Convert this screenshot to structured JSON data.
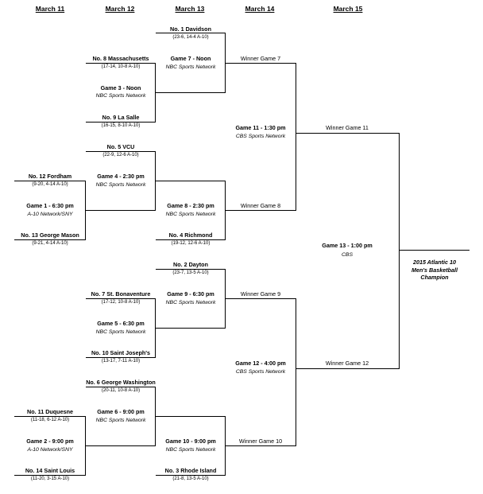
{
  "headers": [
    "March 11",
    "March 12",
    "March 13",
    "March 14",
    "March 15"
  ],
  "teams": {
    "t1": {
      "name": "No. 1 Davidson",
      "record": "(23-6, 14-4 A-10)"
    },
    "t8": {
      "name": "No. 8 Massachusetts",
      "record": "(17-14, 10-8 A-10)"
    },
    "t9": {
      "name": "No. 9 La Salle",
      "record": "(16-15, 8-10 A-10)"
    },
    "t5": {
      "name": "No. 5 VCU",
      "record": "(22-9, 12-6 A-10)"
    },
    "t12": {
      "name": "No. 12 Fordham",
      "record": "(9-20, 4-14 A-10)"
    },
    "t13": {
      "name": "No. 13 George Mason",
      "record": "(9-21, 4-14 A-10)"
    },
    "t4": {
      "name": "No. 4 Richmond",
      "record": "(19-12, 12-6 A-10)"
    },
    "t2": {
      "name": "No. 2 Dayton",
      "record": "(23-7, 13-5 A-10)"
    },
    "t7": {
      "name": "No. 7 St. Bonaventure",
      "record": "(17-12, 10-8 A-10)"
    },
    "t10": {
      "name": "No. 10 Saint Joseph's",
      "record": "(13-17, 7-11 A-10)"
    },
    "t6": {
      "name": "No. 6 George Washington",
      "record": "(20-11, 10-8 A-10)"
    },
    "t11": {
      "name": "No. 11 Duquesne",
      "record": "(11-18, 6-12 A-10)"
    },
    "t14": {
      "name": "No. 14 Saint Louis",
      "record": "(11-20, 3-15 A-10)"
    },
    "t3": {
      "name": "No. 3 Rhode Island",
      "record": "(21-8, 13-5 A-10)"
    }
  },
  "games": {
    "g1": {
      "label": "Game 1 - 6:30 pm",
      "network": "A-10 Network/SNY"
    },
    "g2": {
      "label": "Game 2 - 9:00 pm",
      "network": "A-10 Network/SNY"
    },
    "g3": {
      "label": "Game 3 - Noon",
      "network": "NBC Sports Network"
    },
    "g4": {
      "label": "Game 4 - 2:30 pm",
      "network": "NBC Sports Network"
    },
    "g5": {
      "label": "Game 5 - 6:30 pm",
      "network": "NBC Sports Network"
    },
    "g6": {
      "label": "Game 6 - 9:00 pm",
      "network": "NBC Sports Network"
    },
    "g7": {
      "label": "Game 7 - Noon",
      "network": "NBC Sports Network"
    },
    "g8": {
      "label": "Game 8 - 2:30 pm",
      "network": "NBC Sports Network"
    },
    "g9": {
      "label": "Game 9 - 6:30 pm",
      "network": "NBC Sports Network"
    },
    "g10": {
      "label": "Game 10 - 9:00 pm",
      "network": "NBC Sports Network"
    },
    "g11": {
      "label": "Game 11 - 1:30 pm",
      "network": "CBS Sports Network"
    },
    "g12": {
      "label": "Game 12 - 4:00 pm",
      "network": "CBS Sports Network"
    },
    "g13": {
      "label": "Game 13 - 1:00 pm",
      "network": "CBS"
    }
  },
  "winners": {
    "w7": "Winner Game 7",
    "w8": "Winner Game 8",
    "w9": "Winner Game 9",
    "w10": "Winner Game 10",
    "w11": "Winner Game 11",
    "w12": "Winner Game 12"
  },
  "champion": {
    "line1": "2015 Atlantic 10",
    "line2": "Men's Basketball",
    "line3": "Champion"
  }
}
